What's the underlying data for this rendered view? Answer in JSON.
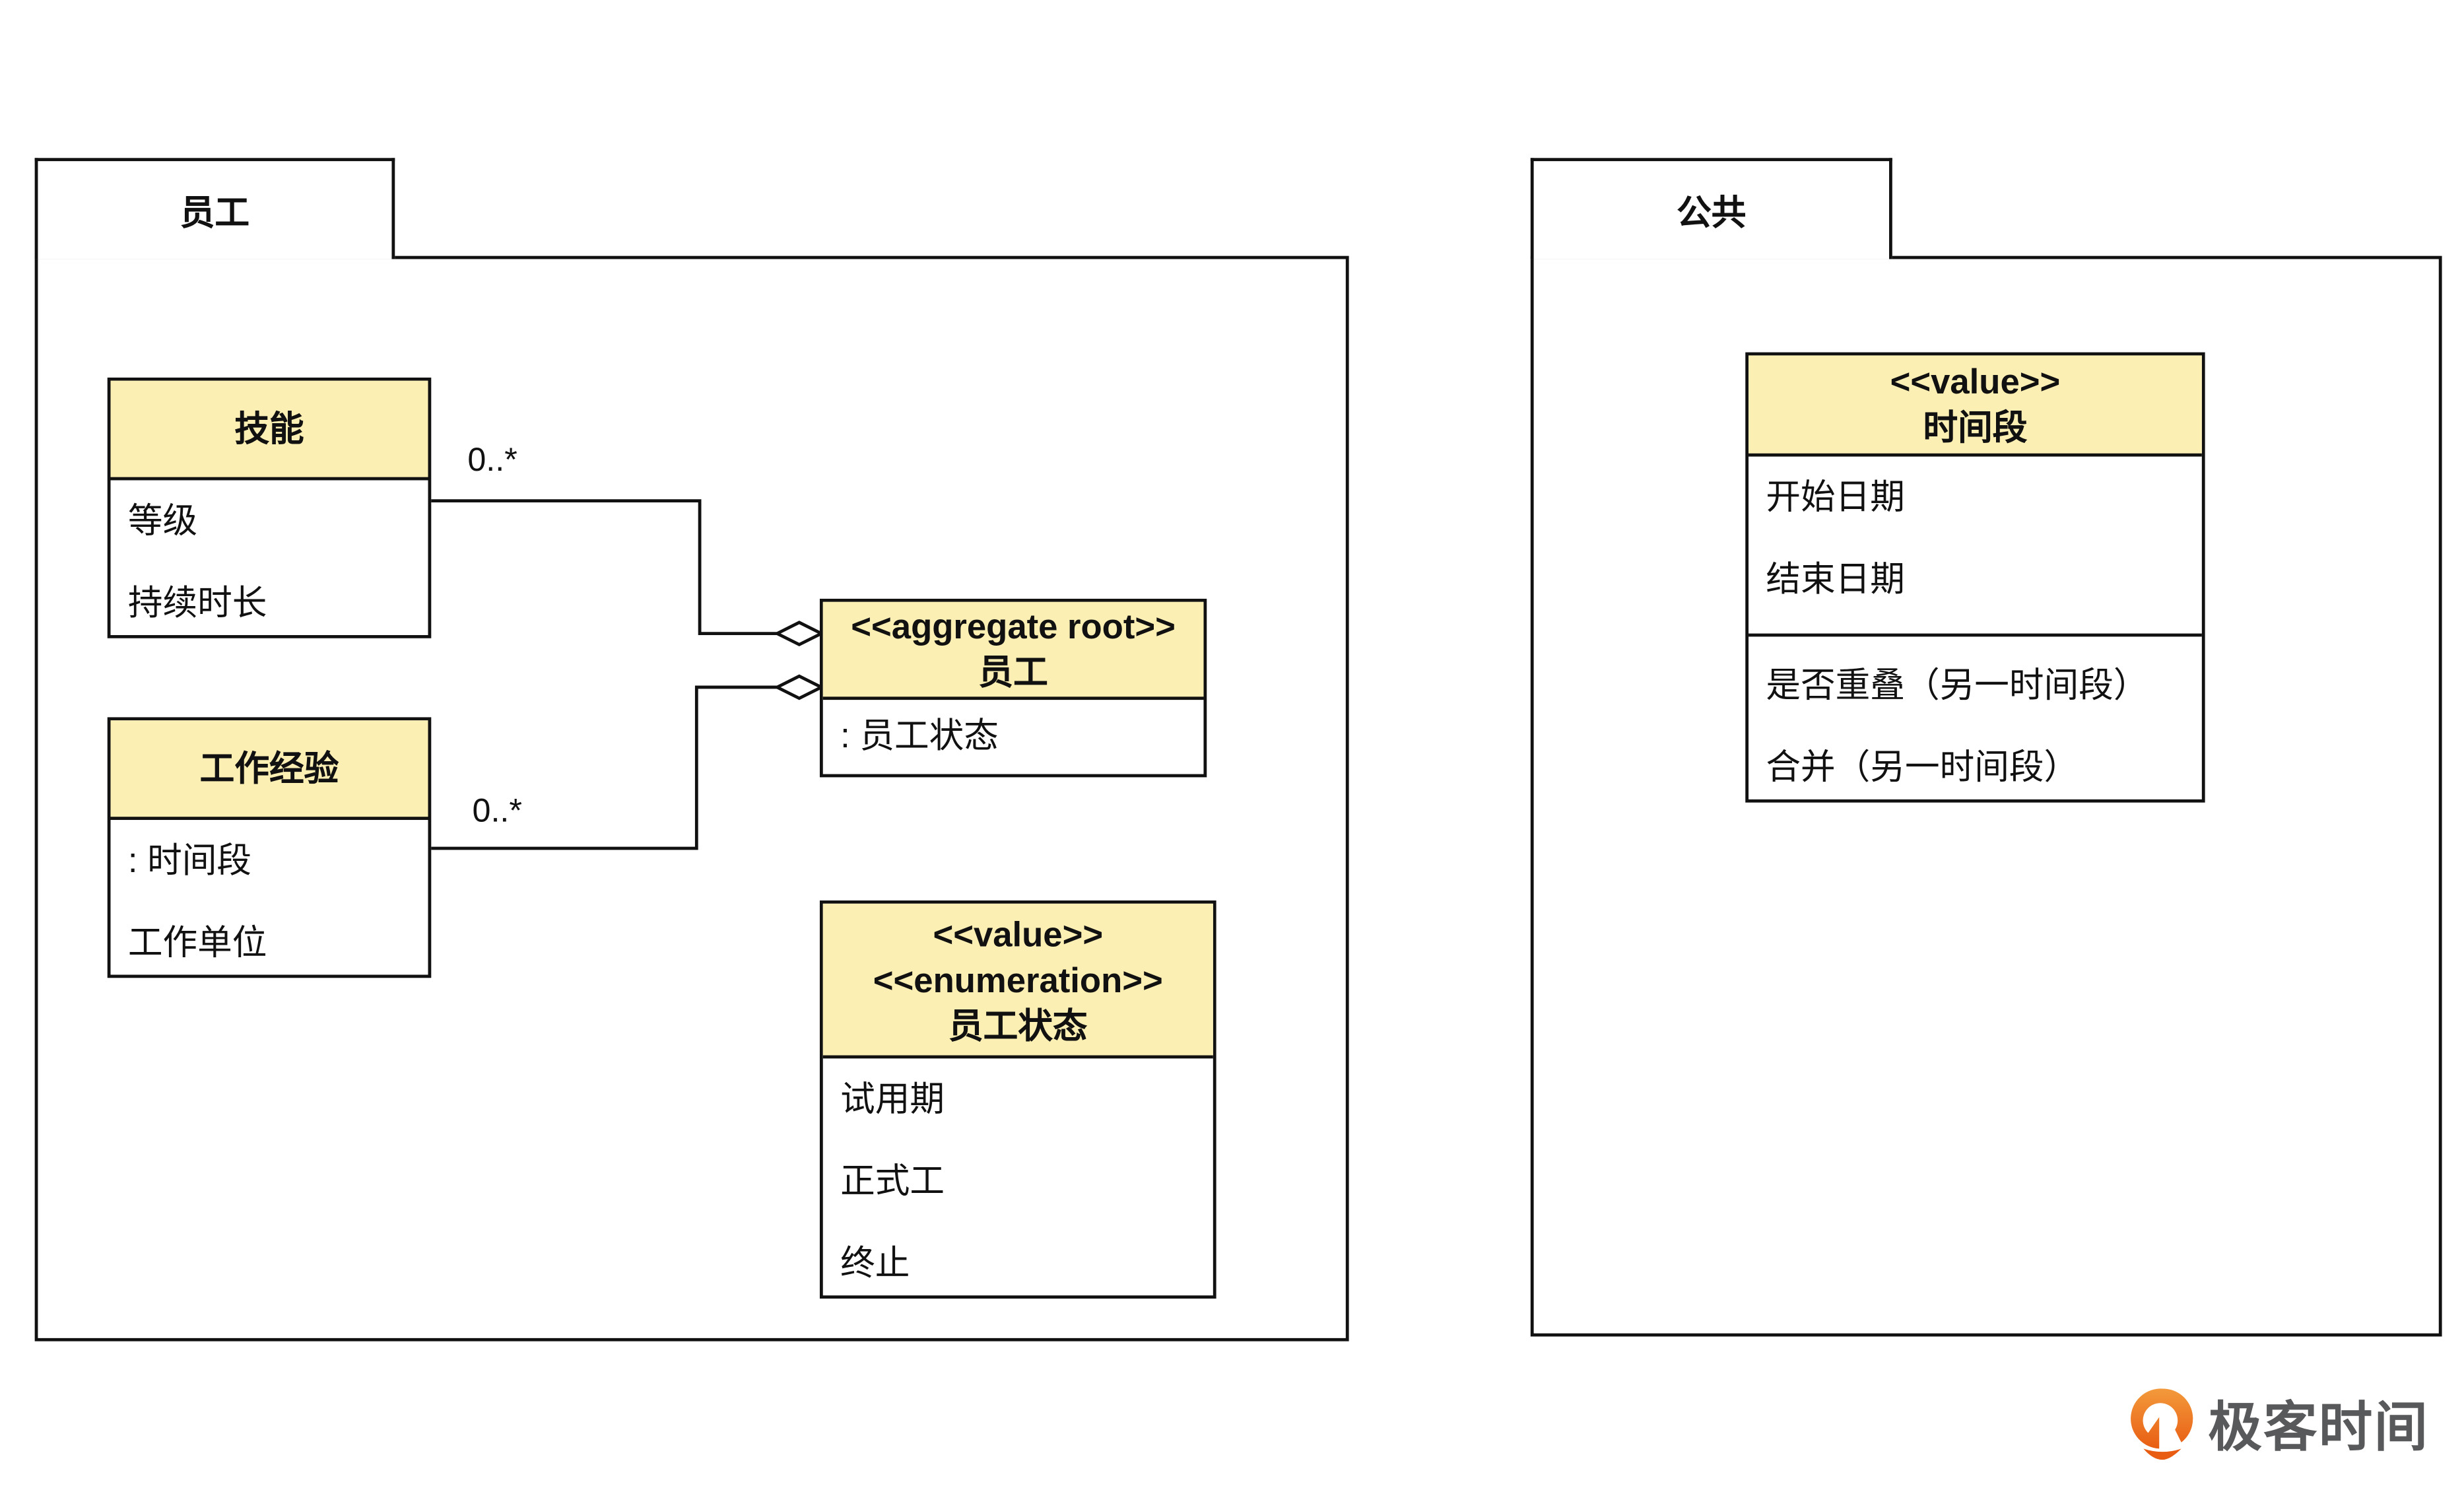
{
  "packages": [
    {
      "name": "员工"
    },
    {
      "name": "公共"
    }
  ],
  "classes": {
    "skill": {
      "name": "技能",
      "attributes": [
        "等级",
        "持续时长"
      ]
    },
    "experience": {
      "name": "工作经验",
      "attributes": [
        ": 时间段",
        "工作单位"
      ]
    },
    "employee": {
      "stereotype": "<<aggregate root>>",
      "name": "员工",
      "attributes": [
        ": 员工状态"
      ]
    },
    "status": {
      "stereotypes": [
        "<<value>>",
        "<<enumeration>>"
      ],
      "name": "员工状态",
      "attributes": [
        "试用期",
        "正式工",
        "终止"
      ]
    },
    "period": {
      "stereotype": "<<value>>",
      "name": "时间段",
      "attributes": [
        "开始日期",
        "结束日期"
      ],
      "operations": [
        "是否重叠（另一时间段）",
        "合并（另一时间段）"
      ]
    }
  },
  "associations": [
    {
      "from": "技能",
      "to": "员工",
      "type": "aggregation",
      "multiplicity": "0..*"
    },
    {
      "from": "工作经验",
      "to": "员工",
      "type": "aggregation",
      "multiplicity": "0..*"
    }
  ],
  "colors": {
    "class_header": "#fcefb3",
    "logo_orange": "#ec6a1a",
    "logo_gray": "#58595b"
  },
  "logo": {
    "text": "极客时间"
  }
}
